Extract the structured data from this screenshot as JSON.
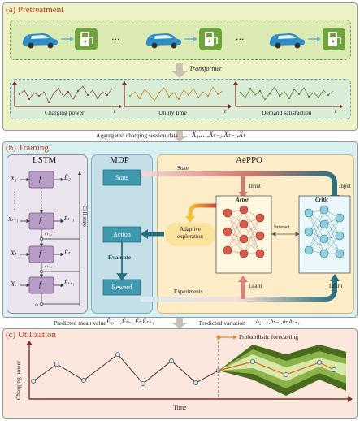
{
  "pretreatment": {
    "title": "(a) Pretreatment",
    "transformer_label": "Transformer",
    "ellipsis": "···",
    "features": [
      {
        "label": "Charging power",
        "t": "t"
      },
      {
        "label": "Utility time",
        "t": "t"
      },
      {
        "label": "Demand satisfaction",
        "t": "t"
      }
    ]
  },
  "aggregated": {
    "text": "Aggregated charging session data",
    "sequence": "X₁,…,Xₜ₋₂,Xₜ₋₁,Xₜ"
  },
  "training": {
    "title": "(b) Training",
    "lstm": {
      "title": "LSTM",
      "cell_label": "f",
      "cell_state": "Cell state",
      "inputs": [
        "X₁",
        "Xₜ₋₁",
        "Xₜ",
        "Xₜ"
      ],
      "outputs": [
        "Ê₂",
        "Êₜ₋₁",
        "Êₜ",
        "Êₜ₊₁"
      ],
      "c_labels": [
        "cₜ₋₂",
        "cₜ₋₁",
        "cₜ"
      ]
    },
    "mdp": {
      "title": "MDP",
      "state": "State",
      "action": "Action",
      "evaluate": "Evaluate",
      "reward": "Reward"
    },
    "aeppo": {
      "title": "AePPO",
      "state_arrow": "State",
      "input_actor": "Input",
      "input_critic": "Input",
      "actor": "Actor",
      "critic": "Critic",
      "interact": "Interact",
      "adaptive": "Adaptive exploration",
      "experiments": "Experiments",
      "learn_actor": "Learn",
      "learn_critic": "Learn"
    }
  },
  "predictions": {
    "mean_label": "Predicted mean value",
    "mean_values": "Ê₂,…,Êₜ₋₁,Êₜ,Êₜ₊₁",
    "variation_label": "Predicted variation",
    "variation_values": "δ₂,…,δₜ₋₁,δₜ,δₜ₊₁"
  },
  "utilization": {
    "title": "(c) Utilization",
    "prob_label": "Probabilistic forecasting",
    "y_axis": "Charging power",
    "x_axis": "Time"
  },
  "colors": {
    "pretreat_bg": "#eef3c5",
    "training_bg": "#d7f1f3",
    "util_bg": "#fbe7dd",
    "accent_red": "#b5341c",
    "teal": "#3f98ad",
    "orange": "#e68a1e"
  }
}
